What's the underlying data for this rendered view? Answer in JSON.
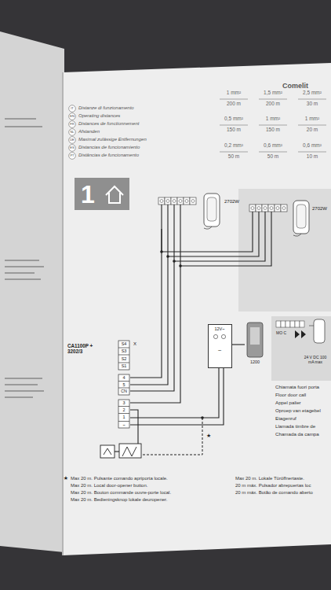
{
  "diagram": {
    "nodes": [
      {
        "text": [
          "1"
        ]
      },
      {
        "text": [
          "2702W"
        ]
      },
      {
        "text": [
          "2702W"
        ]
      },
      {
        "text": [
          "CA1100P + 3202/3"
        ]
      },
      {
        "text": [
          "12V~",
          "~"
        ]
      },
      {
        "text": [
          "1200"
        ]
      },
      {
        "text": [
          "MO C",
          "24 V DC 100 mA max"
        ]
      }
    ],
    "edges": [
      {
        "from": 3,
        "to": 1,
        "arrow": "none"
      },
      {
        "from": 2,
        "to": 1,
        "arrow": "none"
      },
      {
        "from": 3,
        "to": 4,
        "arrow": "none"
      },
      {
        "from": 4,
        "to": 5,
        "arrow": "none"
      },
      {
        "from": 3,
        "to": 4,
        "arrow": "none"
      }
    ],
    "labels": [
      "IT",
      "EN",
      "FR",
      "NL",
      "DE",
      "ES",
      "PT",
      "Distanze di funzionamento",
      "Operating distances",
      "Distances de fonctionnement",
      "Afstanden",
      "Maximal zulässige Entfernungen",
      "Distancias de funcionamiento",
      "Distâncias de funcionamento",
      "Comelit",
      "1 mm²",
      "1,5 mm²",
      "2,5 mm²",
      "200 m",
      "200 m",
      "30 m",
      "0,5 mm²",
      "1 mm²",
      "1 mm²",
      "150 m",
      "150 m",
      "20 m",
      "0,2 mm²",
      "0,6 mm²",
      "0,6 mm²",
      "50 m",
      "50 m",
      "10 m",
      "S4",
      "S3",
      "S2",
      "S1",
      "4",
      "5",
      "CN",
      "3",
      "2",
      "1",
      "~",
      "X",
      "Chiamata fuori porta",
      "Floor door call",
      "Appel palier",
      "Oproep van etagebel",
      "Etagenruf",
      "Llamada timbre de",
      "Chamada da campa",
      "★",
      "★",
      "Max 20 m. Pulsante comando apriporta locale.",
      "Max 20 m. Local door-opener button.",
      "Max 20 m. Bouton commande ouvre-porte local.",
      "Max 20 m. Bedieningsknop lokale deuropener.",
      "Max 20 m. Lokale Türöffnertaste.",
      "20 m máx. Pulsador abrepuertas loc",
      "20 m máx. Botão de comando aberto"
    ]
  }
}
